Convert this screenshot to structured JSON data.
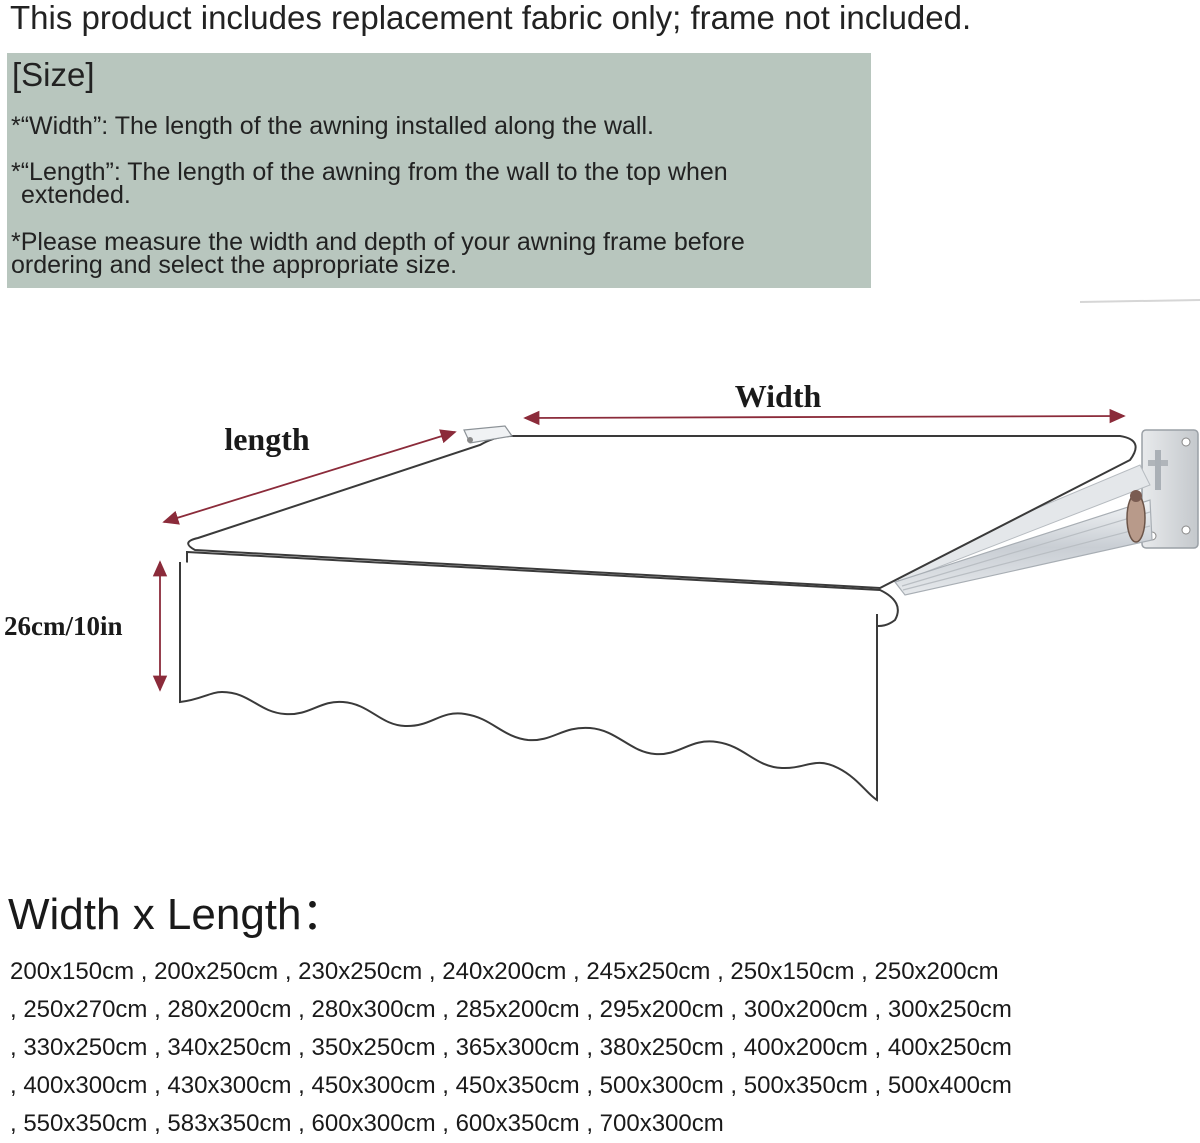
{
  "notice": "This product includes replacement fabric only; frame not included.",
  "size_info": {
    "heading": "[Size]",
    "width_note": "*“Width”: The length of the awning installed along the wall.",
    "length_note_1": "*“Length”: The length of the awning from the wall to the top when",
    "length_note_2": "extended.",
    "measure_note_1": "*Please measure the width and depth of your awning frame before",
    "measure_note_2": "ordering and select the appropriate size."
  },
  "diagram": {
    "width_label": "Width",
    "length_label": "length",
    "height_label": "26cm/10in"
  },
  "sizes": {
    "heading": "Width x Length：",
    "rows": [
      "200x150cm , 200x250cm , 230x250cm , 240x200cm , 245x250cm , 250x150cm , 250x200cm",
      " , 250x270cm , 280x200cm , 280x300cm , 285x200cm , 295x200cm , 300x200cm , 300x250cm",
      " , 330x250cm , 340x250cm , 350x250cm , 365x300cm , 380x250cm , 400x200cm , 400x250cm",
      ", 400x300cm , 430x300cm , 450x300cm , 450x350cm , 500x300cm , 500x350cm , 500x400cm",
      " , 550x350cm , 583x350cm , 600x300cm , 600x350cm , 700x300cm"
    ]
  }
}
